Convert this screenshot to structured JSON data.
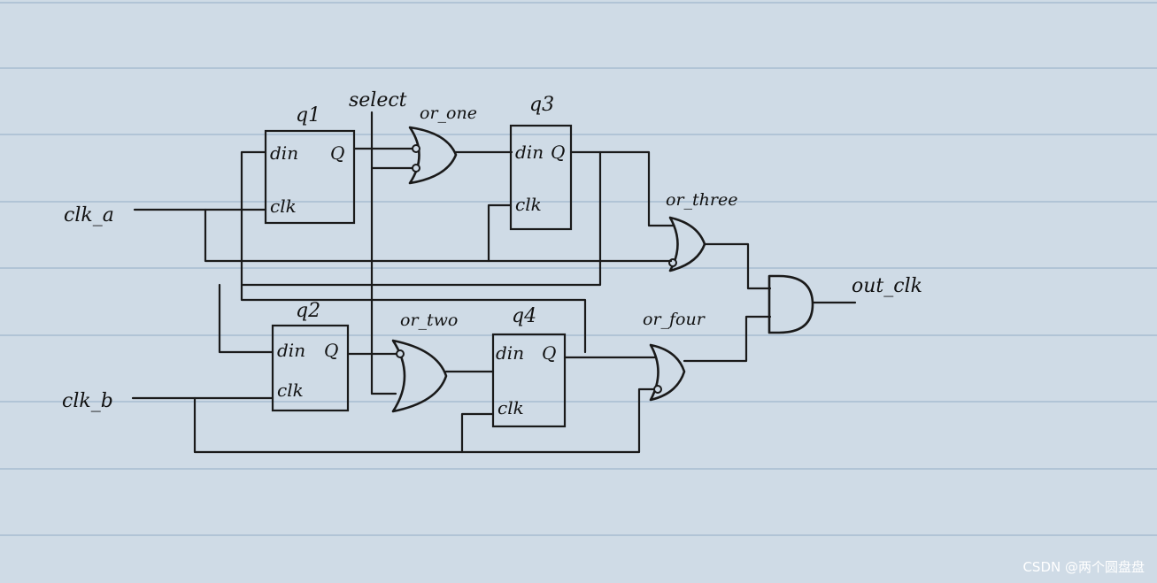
{
  "labels": {
    "select": "select",
    "clk_a": "clk_a",
    "clk_b": "clk_b",
    "out_clk": "out_clk"
  },
  "flipflops": [
    {
      "name": "q1",
      "din": "din",
      "q": "Q",
      "clk": "clk"
    },
    {
      "name": "q2",
      "din": "din",
      "q": "Q",
      "clk": "clk"
    },
    {
      "name": "q3",
      "din": "din",
      "q": "Q",
      "clk": "clk"
    },
    {
      "name": "q4",
      "din": "din",
      "q": "Q",
      "clk": "clk"
    }
  ],
  "gates": [
    {
      "name": "or_one"
    },
    {
      "name": "or_two"
    },
    {
      "name": "or_three"
    },
    {
      "name": "or_four"
    }
  ],
  "watermark": "CSDN @两个圆盘盘",
  "colors": {
    "paper": "#cfdbe6",
    "ruling": "#9fb6cc",
    "ink": "#1a1a1a"
  }
}
